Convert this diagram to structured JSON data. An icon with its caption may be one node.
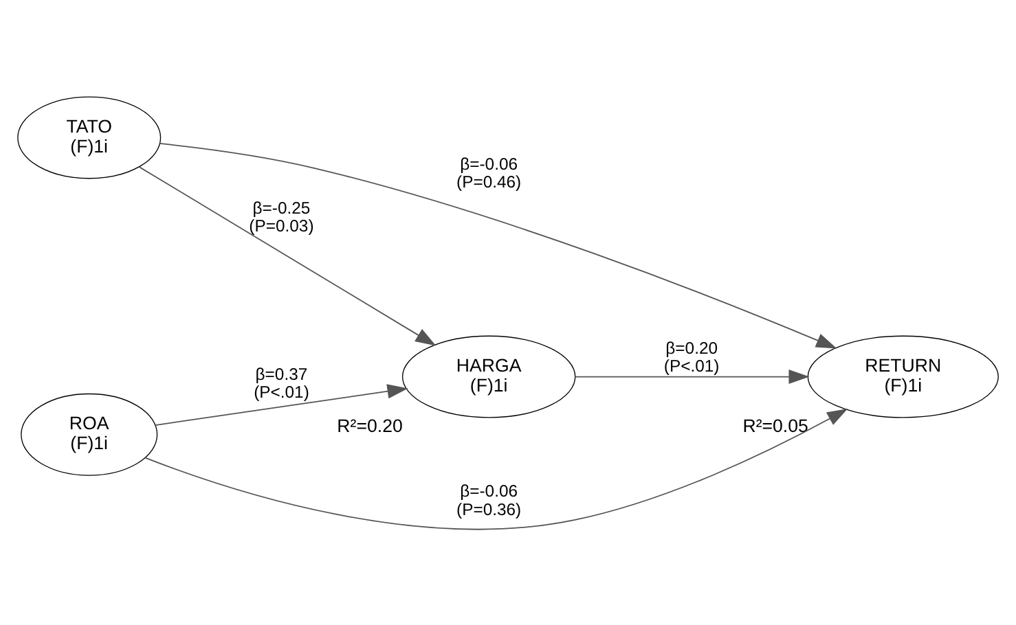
{
  "diagram": {
    "nodes": [
      {
        "text": [
          "TATO",
          "(F)1i"
        ]
      },
      {
        "text": [
          "HARGA",
          "(F)1i"
        ],
        "beside": [
          "R²=0.20"
        ]
      },
      {
        "text": [
          "RETURN",
          "(F)1i"
        ],
        "beside": [
          "R²=0.05"
        ]
      },
      {
        "text": [
          "ROA",
          "(F)1i"
        ]
      }
    ],
    "edges": [
      {
        "from": 0,
        "to": 1,
        "arrow": "to",
        "label": "β=-0.25 (P=0.03)"
      },
      {
        "from": 0,
        "to": 2,
        "arrow": "to",
        "label": "β=-0.06 (P=0.46)"
      },
      {
        "from": 1,
        "to": 2,
        "arrow": "to",
        "label": "β=0.20 (P<.01)"
      },
      {
        "from": 3,
        "to": 1,
        "arrow": "to",
        "label": "β=0.37 (P<.01)"
      },
      {
        "from": 3,
        "to": 2,
        "arrow": "to",
        "label": "β=-0.06 (P=0.36)"
      }
    ]
  }
}
